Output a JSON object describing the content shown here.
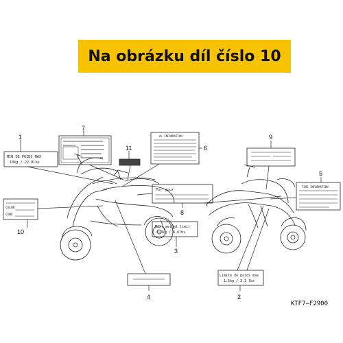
{
  "banner": {
    "text": "Na obrázku díl číslo 10"
  },
  "figure_code": "KTF7−F2900",
  "callouts": [
    "1",
    "2",
    "3",
    "4",
    "5",
    "6",
    "7",
    "8",
    "9",
    "10",
    "11"
  ],
  "labels": {
    "l1": {
      "line1": "MIN DE POIDS MAX",
      "line2": "10kg  /  22.0lbs"
    },
    "l2": {
      "line1": "Limite de poids max",
      "line2": "1.5kg  /  3.3 lbs"
    },
    "l3": {
      "line1": "Max. weight limit",
      "line2": "3.0kg  /  6.6lbs"
    },
    "l5": {
      "title": "TIRE INFORMATION"
    },
    "l6": {
      "title": "AL INFORMATION"
    },
    "l8": {
      "line1": "For your"
    },
    "l10": {
      "row1": "COLOR",
      "row2": "CODE"
    }
  }
}
